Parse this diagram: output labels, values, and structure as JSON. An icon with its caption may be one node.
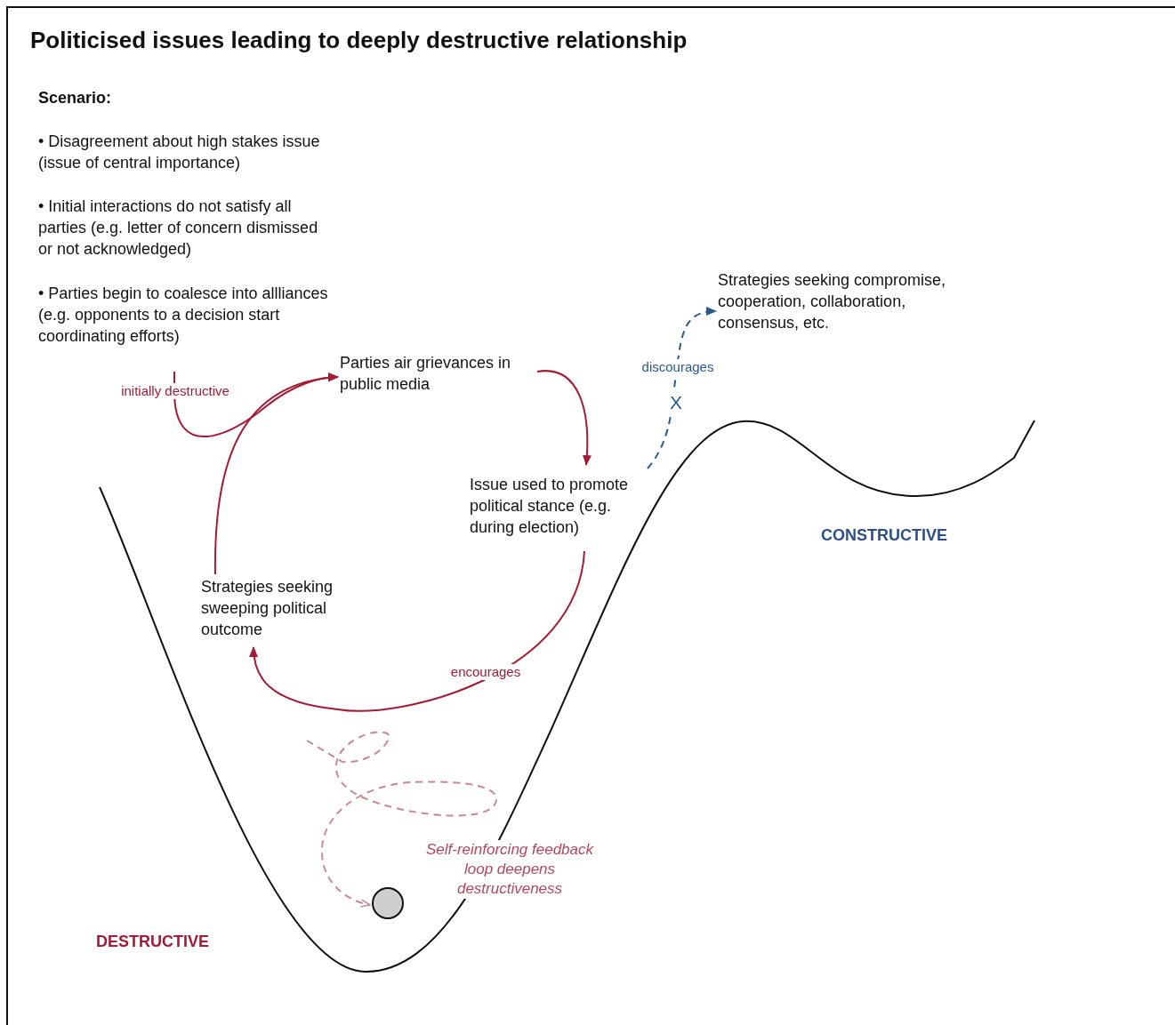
{
  "diagram": {
    "title": "Politicised issues leading to deeply destructive relationship",
    "nodes": [
      {
        "text": [
          "Parties air grievances in public media"
        ]
      },
      {
        "text": [
          "Issue used to promote political stance (e.g. during election)"
        ]
      },
      {
        "text": [
          "Strategies seeking sweeping political outcome"
        ]
      },
      {
        "text": [
          "Strategies seeking compromise, cooperation, collaboration, consensus, etc."
        ]
      },
      {
        "text": [],
        "shape": "circle"
      }
    ],
    "edges": [
      {
        "from": null,
        "to": 0,
        "arrow": "to",
        "label": "initially destructive"
      },
      {
        "from": 0,
        "to": 1,
        "arrow": "to"
      },
      {
        "from": 1,
        "to": 2,
        "arrow": "to",
        "label": "encourages"
      },
      {
        "from": 2,
        "to": 0,
        "arrow": "to"
      },
      {
        "from": 1,
        "to": 3,
        "arrow": "to",
        "label": "discourages",
        "style": "dashed",
        "color": "#2b5a8c"
      },
      {
        "from": null,
        "to": 4,
        "arrow": "to",
        "style": "dashed",
        "color": "#c98892"
      }
    ],
    "labels": [
      "Scenario:",
      "• Disagreement about high stakes issue (issue of central importance)",
      "• Initial interactions do not satisfy all parties (e.g. letter of concern dismissed or not acknowledged)",
      "• Parties begin to coalesce into allliances (e.g. opponents to a decision start coordinating efforts)",
      "X",
      "CONSTRUCTIVE",
      "Self-reinforcing feedback loop deepens destructiveness",
      "DESTRUCTIVE"
    ]
  }
}
